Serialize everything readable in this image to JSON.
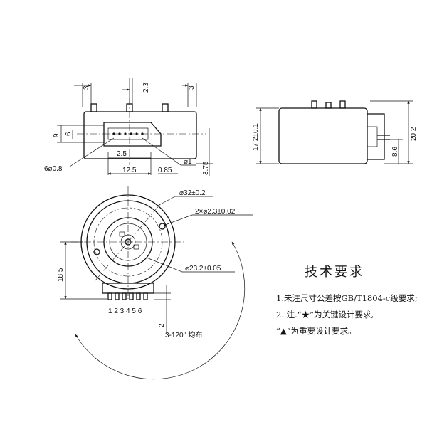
{
  "top_view": {
    "dim_pin_spacing_left": "3",
    "dim_pin_width": "2.3",
    "dim_pin_spacing_right": "3",
    "dim_height_9": "9",
    "dim_height_6": "6",
    "dim_pitch": "2.5",
    "dim_pin_holes": "6⌀0.8",
    "dim_connector_width": "12.5",
    "dim_offset": "0.85",
    "dim_hole": "⌀1",
    "dim_depth": "3.75"
  },
  "side_view": {
    "dim_height": "17.2±0.1",
    "dim_total": "20.2",
    "dim_small": "8.6"
  },
  "front_view": {
    "dim_outer_dia": "⌀32±0.2",
    "dim_mount_holes": "2×⌀2.3±0.02",
    "dim_inner_dia": "⌀23.2±0.05",
    "dim_height": "18.5",
    "dim_bottom": "2",
    "pin_numbers": "1 2 3 4 5 6",
    "angle_note": "3-120° 均布"
  },
  "notes": {
    "title": "技术要求",
    "line1": "1.未注尺寸公差按GB/T1804-c级要求;",
    "line2": "2.  注.“★”为关键设计要求,",
    "line3": "“▲”为重要设计要求。"
  }
}
